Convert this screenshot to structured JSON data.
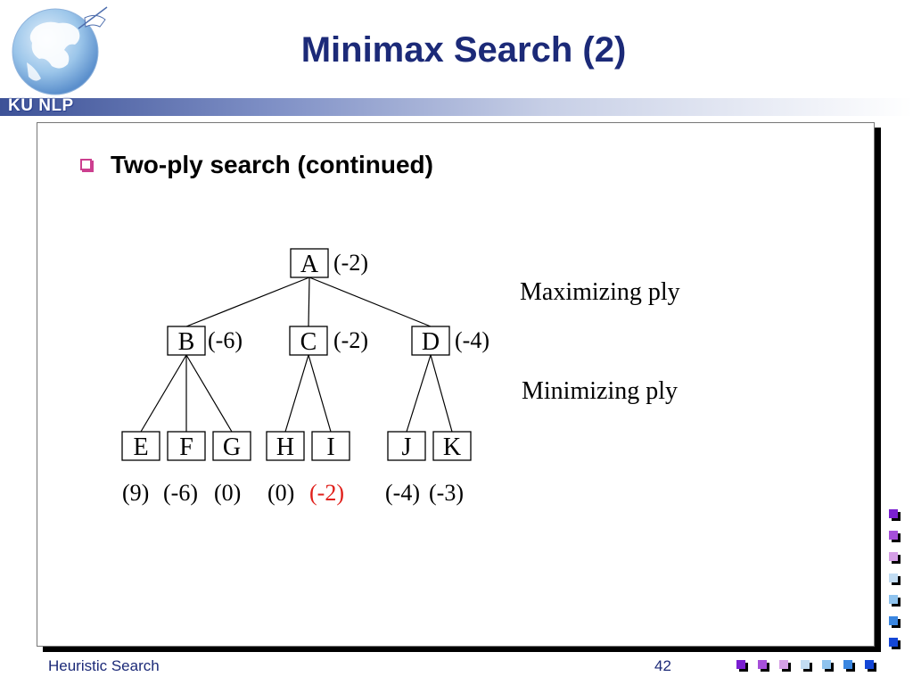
{
  "header": {
    "title": "Minimax Search (2)",
    "logo_text": "KU NLP"
  },
  "content": {
    "bullet": "Two-ply search (continued)"
  },
  "tree": {
    "nodes": [
      {
        "id": "A",
        "label": "A",
        "value": "(-2)",
        "value_color": "#000000"
      },
      {
        "id": "B",
        "label": "B",
        "value": "(-6)",
        "value_color": "#000000"
      },
      {
        "id": "C",
        "label": "C",
        "value": "(-2)",
        "value_color": "#000000"
      },
      {
        "id": "D",
        "label": "D",
        "value": "(-4)",
        "value_color": "#000000"
      },
      {
        "id": "E",
        "label": "E",
        "value": "(9)",
        "value_color": "#000000"
      },
      {
        "id": "F",
        "label": "F",
        "value": "(-6)",
        "value_color": "#000000"
      },
      {
        "id": "G",
        "label": "G",
        "value": "(0)",
        "value_color": "#000000"
      },
      {
        "id": "H",
        "label": "H",
        "value": "(0)",
        "value_color": "#000000"
      },
      {
        "id": "I",
        "label": "I",
        "value": "(-2)",
        "value_color": "#e0201b"
      },
      {
        "id": "J",
        "label": "J",
        "value": "(-4)",
        "value_color": "#000000"
      },
      {
        "id": "K",
        "label": "K",
        "value": "(-3)",
        "value_color": "#000000"
      }
    ],
    "edges": [
      [
        "A",
        "B"
      ],
      [
        "A",
        "C"
      ],
      [
        "A",
        "D"
      ],
      [
        "B",
        "E"
      ],
      [
        "B",
        "F"
      ],
      [
        "B",
        "G"
      ],
      [
        "C",
        "H"
      ],
      [
        "C",
        "I"
      ],
      [
        "D",
        "J"
      ],
      [
        "D",
        "K"
      ]
    ],
    "ply_labels": {
      "max": "Maximizing ply",
      "min": "Minimizing ply"
    }
  },
  "decoration": {
    "square_colors": [
      "#7a1fd1",
      "#a64fd9",
      "#d59fe6",
      "#c2dcf2",
      "#8fc3ee",
      "#3a86e0",
      "#1446d6"
    ]
  },
  "footer": {
    "left": "Heuristic Search",
    "page_number": "42"
  }
}
